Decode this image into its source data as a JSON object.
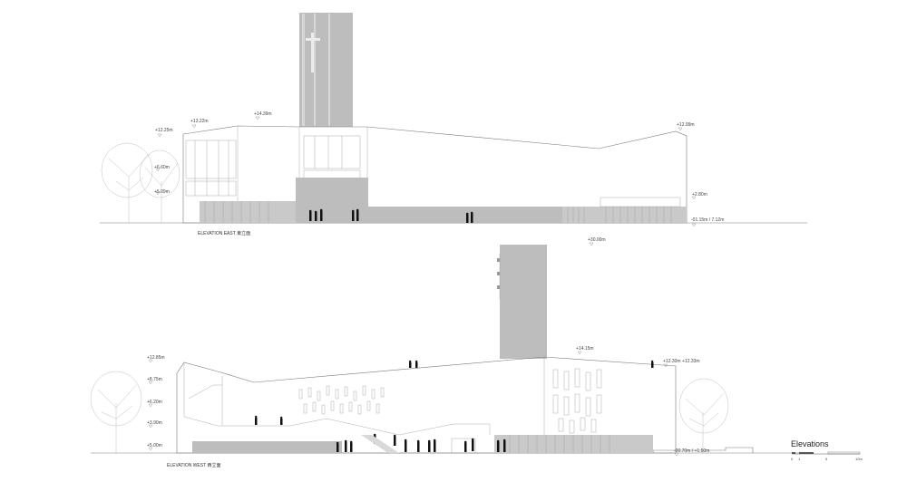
{
  "east": {
    "caption": "ELEVATION EAST 東立面",
    "levels": [
      "+12.25m",
      "+13.22m",
      "+14.39m",
      "+12.99m",
      "+6.60m",
      "+5.09m",
      "+2.80m",
      "-01.15m / 7.12m"
    ]
  },
  "west": {
    "caption": "ELEVATION WEST 西立面",
    "levels": [
      "+30.00m",
      "+14.15m",
      "+12.85m",
      "+12.30m",
      "+12.33m",
      "+8.75m",
      "+6.20m",
      "+3.90m",
      "+5.00m",
      "-00.70m / +1.50m"
    ]
  },
  "legend": {
    "title": "Elevations",
    "scale": [
      "0",
      "1",
      "5",
      "10m"
    ]
  }
}
